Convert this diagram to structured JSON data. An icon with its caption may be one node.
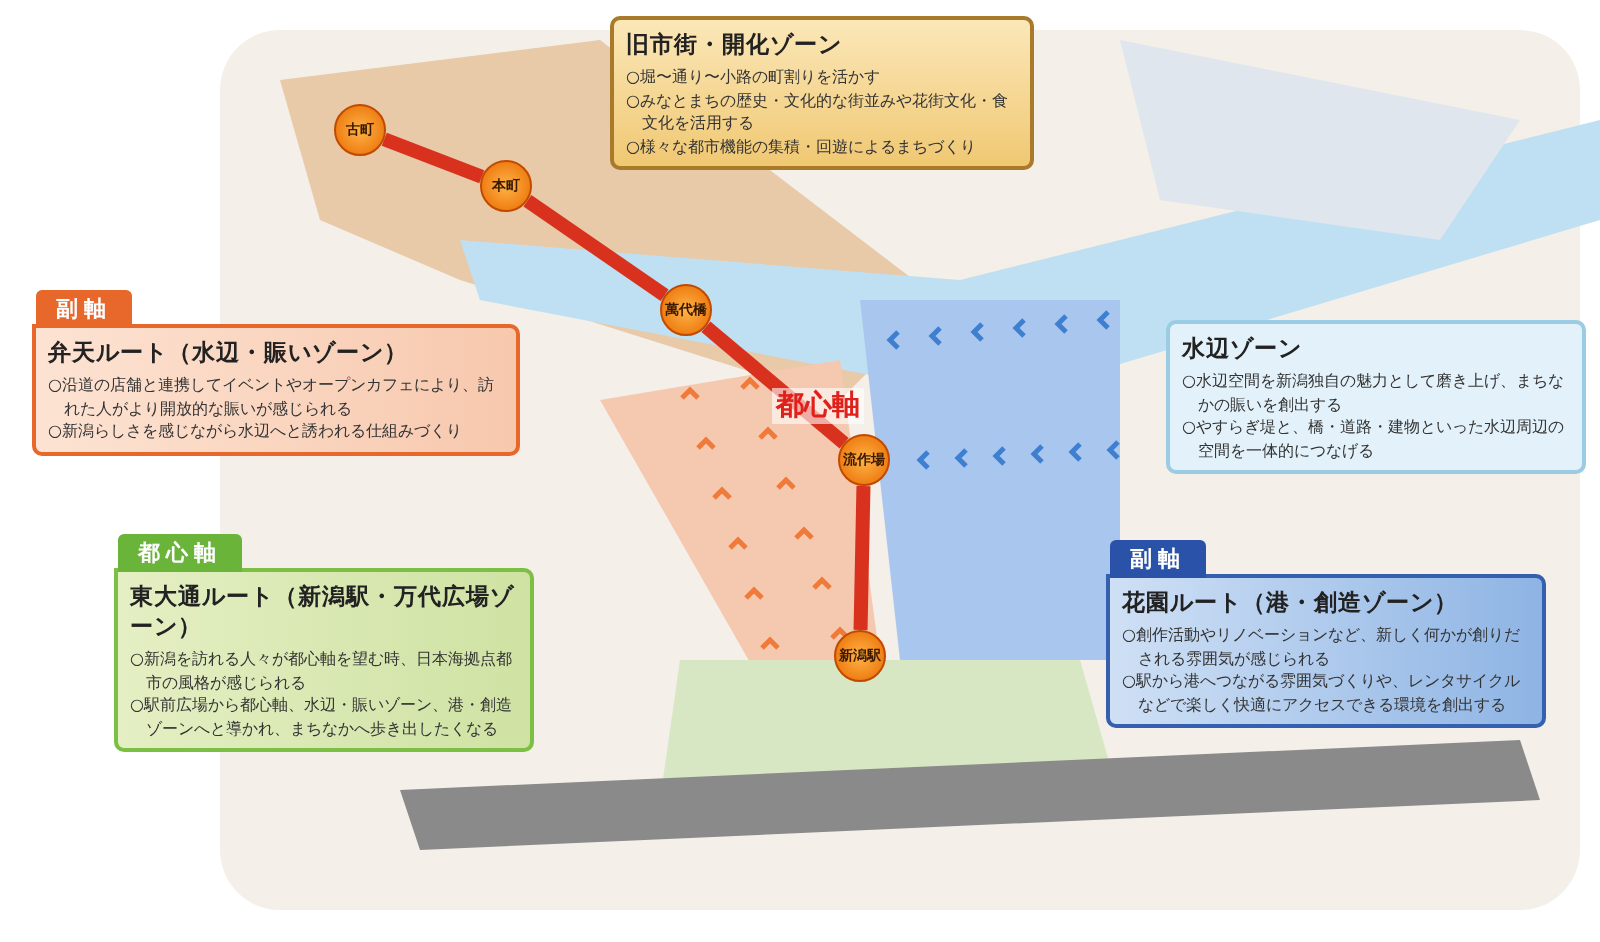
{
  "diagram": {
    "nodes": [
      {
        "text": [
          "旧市街・開化ゾーン",
          "○堀〜通り〜小路の町割りを活かす",
          "○みなとまちの歴史・文化的な街並みや花街文化・食文化を活用する",
          "○様々な都市機能の集積・回遊によるまちづくり"
        ]
      },
      {
        "text": [
          "古町"
        ]
      },
      {
        "text": [
          "本町"
        ]
      },
      {
        "text": [
          "萬代橋"
        ]
      },
      {
        "text": [
          "副軸",
          "弁天ルート（水辺・賑いゾーン）",
          "○沿道の店舗と連携してイベントやオープンカフェにより、訪れた人がより開放的な賑いが感じられる",
          "○新潟らしさを感じながら水辺へと誘われる仕組みづくり"
        ]
      },
      {
        "text": [
          "水辺ゾーン",
          "○水辺空間を新潟独自の魅力として磨き上げ、まちなかの賑いを創出する",
          "○やすらぎ堤と、橋・道路・建物といった水辺周辺の空間を一体的につなげる"
        ]
      },
      {
        "text": [
          "流作場"
        ]
      },
      {
        "text": [
          "都心軸",
          "東大通ルート（新潟駅・万代広場ゾーン）",
          "○新潟を訪れる人々が都心軸を望む時、日本海拠点都市の風格が感じられる",
          "○駅前広場から都心軸、水辺・賑いゾーン、港・創造ゾーンへと導かれ、まちなかへ歩き出したくなる"
        ]
      },
      {
        "text": [
          "副軸",
          "花園ルート（港・創造ゾーン）",
          "○創作活動やリノベーションなど、新しく何かが創りだされる雰囲気が感じられる",
          "○駅から港へつながる雰囲気づくりや、レンタサイクルなどで楽しく快適にアクセスできる環境を創出する"
        ]
      },
      {
        "text": [
          "新潟駅"
        ]
      }
    ],
    "edges": [
      {
        "from": 1,
        "to": 2,
        "arrow": "none"
      },
      {
        "from": 2,
        "to": 3,
        "arrow": "none"
      },
      {
        "from": 3,
        "to": 6,
        "arrow": "none"
      },
      {
        "from": 6,
        "to": 9,
        "arrow": "none"
      }
    ],
    "labels": [
      "都心軸"
    ]
  }
}
